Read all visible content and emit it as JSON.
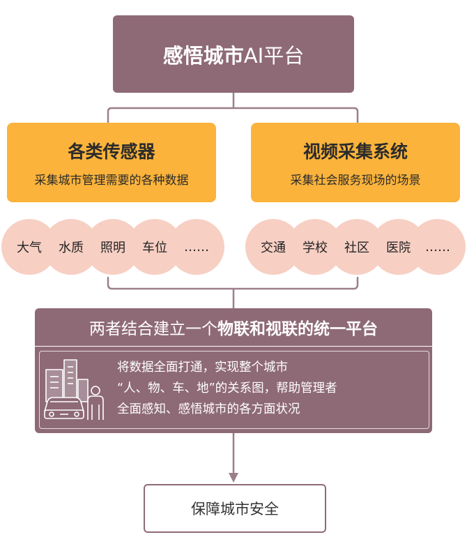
{
  "top_box": {
    "bold": "感悟城市",
    "normal": "AI平台"
  },
  "left_box": {
    "title": "各类传感器",
    "subtitle": "采集城市管理需要的各种数据"
  },
  "right_box": {
    "title": "视频采集系统",
    "subtitle": "采集社会服务现场的场景"
  },
  "left_circles": [
    "大气",
    "水质",
    "照明",
    "车位",
    "……"
  ],
  "right_circles": [
    "交通",
    "学校",
    "社区",
    "医院",
    "……"
  ],
  "band": {
    "normal": "两者结合建立一个",
    "bold": "物联和视联的统一平台"
  },
  "panel": {
    "lines": [
      "将数据全面打通，实现整个城市",
      "“人、物、车、地”的关系图，帮助管理者",
      "全面感知、感悟城市的各方面状况"
    ]
  },
  "bottom_box": "保障城市安全",
  "colors": {
    "mauve": "#8e6a76",
    "orange": "#fbb33b",
    "pink": "#f7cfc3",
    "connector": "#9a7f8a"
  }
}
